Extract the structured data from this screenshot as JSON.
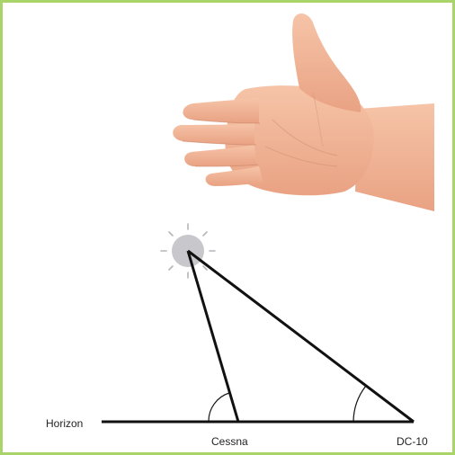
{
  "diagram": {
    "labels": {
      "horizon": "Horizon",
      "cessna": "Cessna",
      "dc10": "DC-10"
    },
    "colors": {
      "frame_border": "#a9d46a",
      "skin": "#f2b79a",
      "skin_shadow": "#d9866a",
      "sun": "#c8c8cc",
      "sun_rays": "#b5b5b8",
      "lines": "#111111"
    },
    "icons": [
      "hand-image",
      "sun-icon"
    ]
  }
}
